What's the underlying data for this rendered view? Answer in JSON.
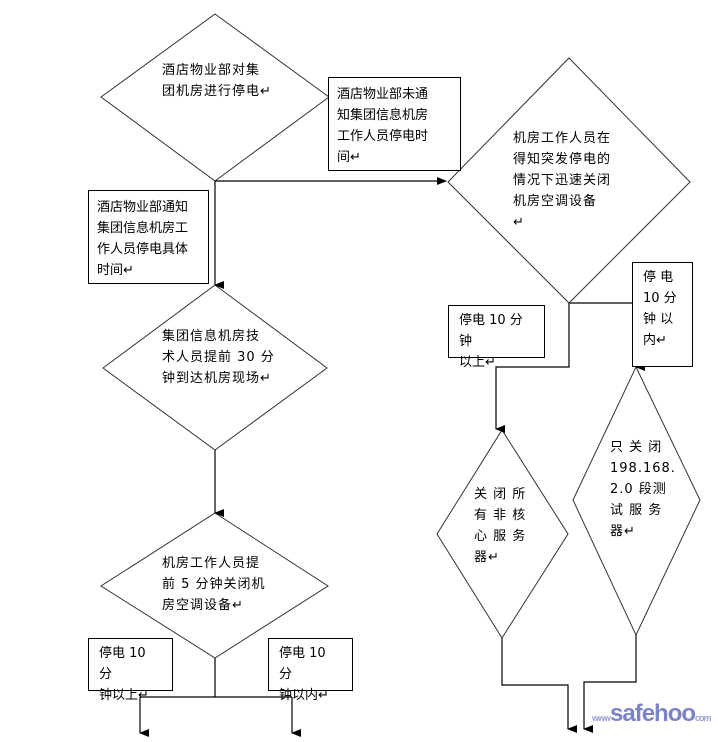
{
  "nodes": {
    "start": "酒店物业部对集\n团机房进行停电↵",
    "not_notified": "酒店物业部未通\n知集团信息机房\n工作人员停电时\n间↵",
    "notified": "酒店物业部通知\n集团信息机房工\n作人员停电具体\n时间↵",
    "emergency_shutdown": "机房工作人员在\n得知突发停电的\n情况下迅速关闭\n机房空调设备\n↵",
    "arrive_early": "集团信息机房技\n术人员提前 30 分\n钟到达机房现场↵",
    "shutdown_ac": "机房工作人员提\n前 5 分钟关闭机\n房空调设备↵",
    "over10_left": "停电 10 分\n钟以上↵",
    "within10_left": "停电 10 分\n钟以内↵",
    "over10_right": "停电 10 分钟\n以上↵",
    "within10_right": "停  电\n10  分\n钟  以\n内↵",
    "close_noncore": "关 闭 所\n有 非 核\n心 服 务\n器↵",
    "close_test": "只 关 闭\n198.168.\n2.0 段测\n试 服 务\n器↵"
  },
  "watermark": {
    "prefix": "www",
    "brand": "safehoo",
    "suffix": "com"
  }
}
